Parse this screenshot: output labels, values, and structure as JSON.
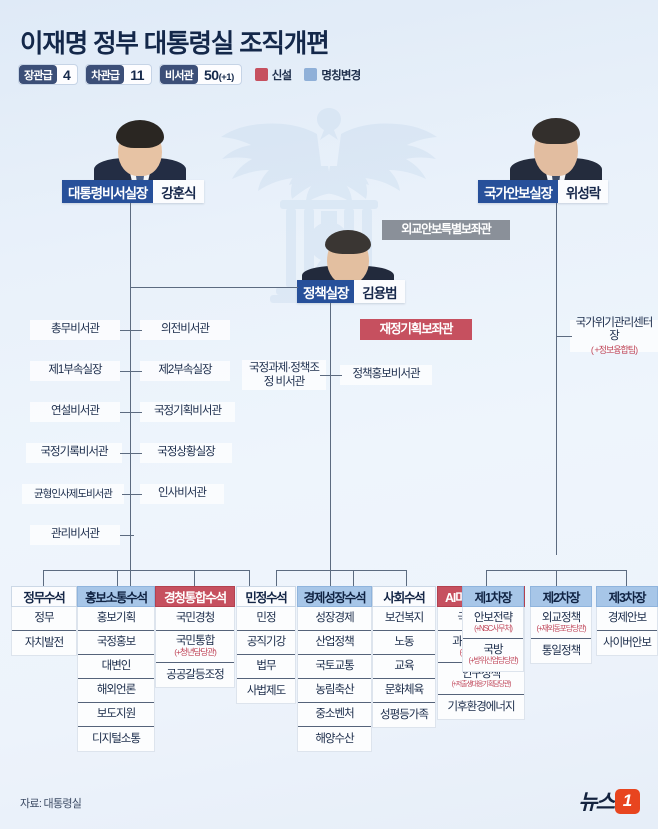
{
  "header": {
    "title": "이재명 정부 대통령실 조직개편",
    "stats": [
      {
        "key": "장관급",
        "value": "4",
        "sup": ""
      },
      {
        "key": "차관급",
        "value": "11",
        "sup": ""
      },
      {
        "key": "비서관",
        "value": "50",
        "sup": "(+1)"
      }
    ],
    "legend": [
      {
        "label": "신설",
        "color": "#c6505f"
      },
      {
        "label": "명칭변경",
        "color": "#8fb0d8"
      }
    ]
  },
  "people": [
    {
      "role": "대통령비서실장",
      "name": "강훈식"
    },
    {
      "role": "국가안보실장",
      "name": "위성락"
    },
    {
      "role": "정책실장",
      "name": "김용범"
    }
  ],
  "floating": {
    "foreign_advisor": "외교안보특별보좌관",
    "finance_advisor": "재정기획보좌관",
    "crisis_center": "국가위기관리센터장",
    "crisis_center_sub": "( +정보융합팀)"
  },
  "chief_secretaries": {
    "left": [
      "총무비서관",
      "제1부속실장",
      "연설비서관",
      "국정기록비서관",
      "균형인사제도비서관",
      "관리비서관"
    ],
    "right": [
      "의전비서관",
      "제2부속실장",
      "국정기획비서관",
      "국정상황실장",
      "인사비서관"
    ]
  },
  "policy_office": {
    "left": "국정과제·정책조정 비서관",
    "right": "정책홍보비서관"
  },
  "columns": [
    {
      "head": "정무수석",
      "style": "plain",
      "width": 66,
      "items": [
        {
          "label": "정무",
          "tag": ""
        },
        {
          "label": "자치발전",
          "tag": ""
        }
      ]
    },
    {
      "head": "홍보소통수석",
      "style": "blue",
      "width": 78,
      "items": [
        {
          "label": "홍보기획",
          "tag": ""
        },
        {
          "label": "국정홍보",
          "tag": ""
        },
        {
          "label": "대변인",
          "tag": ""
        },
        {
          "label": "해외언론",
          "tag": ""
        },
        {
          "label": "보도지원",
          "tag": ""
        },
        {
          "label": "디지털소통",
          "tag": ""
        }
      ]
    },
    {
      "head": "경청통합수석",
      "style": "red",
      "width": 80,
      "items": [
        {
          "label": "국민경청",
          "tag": ""
        },
        {
          "label": "국민통합",
          "tag": "(+청년담당관)"
        },
        {
          "label": "공공갈등조정",
          "tag": ""
        }
      ]
    },
    {
      "head": "민정수석",
      "style": "plain",
      "width": 60,
      "items": [
        {
          "label": "민정",
          "tag": ""
        },
        {
          "label": "공직기강",
          "tag": ""
        },
        {
          "label": "법무",
          "tag": ""
        },
        {
          "label": "사법제도",
          "tag": ""
        }
      ]
    },
    {
      "head": "경제성장수석",
      "style": "blue",
      "width": 75,
      "items": [
        {
          "label": "성장경제",
          "tag": ""
        },
        {
          "label": "산업정책",
          "tag": ""
        },
        {
          "label": "국토교통",
          "tag": ""
        },
        {
          "label": "농림축산",
          "tag": ""
        },
        {
          "label": "중소벤처",
          "tag": ""
        },
        {
          "label": "해양수산",
          "tag": ""
        }
      ]
    },
    {
      "head": "사회수석",
      "style": "plain",
      "width": 64,
      "items": [
        {
          "label": "보건복지",
          "tag": ""
        },
        {
          "label": "노동",
          "tag": ""
        },
        {
          "label": "교육",
          "tag": ""
        },
        {
          "label": "문화체육",
          "tag": ""
        },
        {
          "label": "성평등가족",
          "tag": ""
        }
      ]
    },
    {
      "head": "AI미래기획수석",
      "style": "red",
      "width": 88,
      "items": [
        {
          "label": "국가AI정책",
          "tag": ""
        },
        {
          "label": "과학기술연구",
          "tag": "(+바이오담당관)"
        },
        {
          "label": "인구정책",
          "tag": "(+저출생대응기획담당관)"
        },
        {
          "label": "기후환경에너지",
          "tag": ""
        }
      ]
    },
    {
      "head": "제1차장",
      "style": "blue",
      "width": 62,
      "items": [
        {
          "label": "안보전략",
          "tag": "(+NSC사무처)"
        },
        {
          "label": "국방",
          "tag": "(+방위산업담당관)"
        }
      ]
    },
    {
      "head": "제2차장",
      "style": "blue",
      "width": 62,
      "items": [
        {
          "label": "외교정책",
          "tag": "(+재외동포담당관)"
        },
        {
          "label": "통일정책",
          "tag": ""
        }
      ]
    },
    {
      "head": "제3차장",
      "style": "blue",
      "width": 62,
      "items": [
        {
          "label": "경제안보",
          "tag": ""
        },
        {
          "label": "사이버안보",
          "tag": ""
        }
      ]
    }
  ],
  "footer": {
    "source": "자료: 대통령실",
    "logo_word": "뉴스",
    "logo_badge": "1"
  }
}
